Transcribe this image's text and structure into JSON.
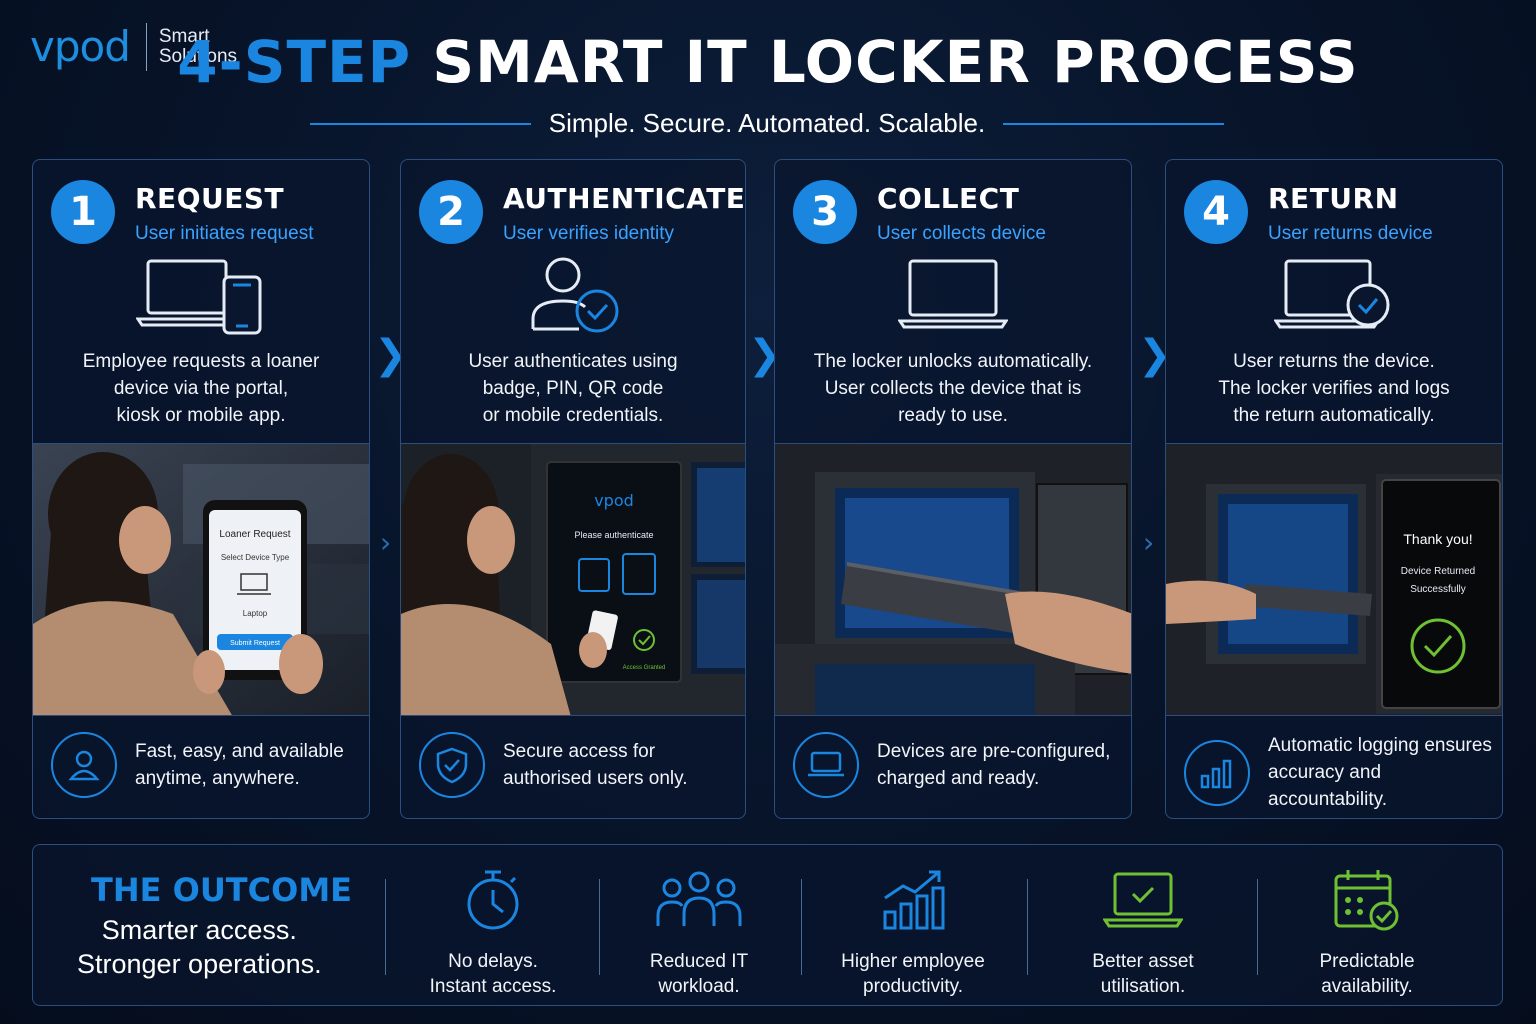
{
  "header": {
    "logo_word": "vpod",
    "logo_line1": "Smart",
    "logo_line2": "Solutions",
    "title_accent": "4-STEP",
    "title_rest": "SMART IT LOCKER PROCESS",
    "tagline": "Simple. Secure. Automated. Scalable."
  },
  "colors": {
    "accent": "#1a86e0",
    "background": "#071328",
    "green": "#6fc133"
  },
  "steps": [
    {
      "number": "1",
      "title": "REQUEST",
      "subtitle": "User initiates request",
      "icon": "laptop-phone-icon",
      "desc": [
        "Employee requests a loaner",
        "device via the portal,",
        "kiosk or mobile app."
      ],
      "photo": {
        "phone_title": "Loaner Request",
        "phone_select": "Select Device Type",
        "phone_device": "Laptop",
        "phone_button": "Submit Request"
      },
      "foot_icon": "user-icon",
      "foot": [
        "Fast, easy, and available",
        "anytime, anywhere."
      ]
    },
    {
      "number": "2",
      "title": "AUTHENTICATE",
      "subtitle": "User verifies identity",
      "icon": "user-check-icon",
      "desc": [
        "User authenticates using",
        "badge, PIN, QR code",
        "or mobile credentials."
      ],
      "photo": {
        "screen_logo": "vpod",
        "screen_prompt": "Please authenticate",
        "screen_status": "Access Granted"
      },
      "foot_icon": "shield-check-icon",
      "foot": [
        "Secure access for",
        "authorised users only."
      ]
    },
    {
      "number": "3",
      "title": "COLLECT",
      "subtitle": "User collects device",
      "icon": "laptop-icon",
      "desc": [
        "The locker unlocks automatically.",
        "User collects the device that is",
        "ready to use."
      ],
      "foot_icon": "laptop-icon",
      "foot": [
        "Devices are pre-configured,",
        "charged and ready."
      ]
    },
    {
      "number": "4",
      "title": "RETURN",
      "subtitle": "User returns device",
      "icon": "laptop-check-icon",
      "desc": [
        "User returns the device.",
        "The locker verifies and logs",
        "the return automatically."
      ],
      "photo": {
        "screen_title": "Thank you!",
        "screen_line1": "Device Returned",
        "screen_line2": "Successfully"
      },
      "foot_icon": "bar-chart-icon",
      "foot": [
        "Automatic logging ensures",
        "accuracy and accountability."
      ]
    }
  ],
  "outcome": {
    "title": "THE OUTCOME",
    "sub_line1": "Smarter access.",
    "sub_line2": "Stronger operations.",
    "items": [
      {
        "icon": "stopwatch-icon",
        "line1": "No delays.",
        "line2": "Instant access."
      },
      {
        "icon": "team-icon",
        "line1": "Reduced IT",
        "line2": "workload."
      },
      {
        "icon": "growth-chart-icon",
        "line1": "Higher employee",
        "line2": "productivity."
      },
      {
        "icon": "laptop-check-icon",
        "line1": "Better asset",
        "line2": "utilisation."
      },
      {
        "icon": "calendar-check-icon",
        "line1": "Predictable",
        "line2": "availability."
      }
    ]
  }
}
